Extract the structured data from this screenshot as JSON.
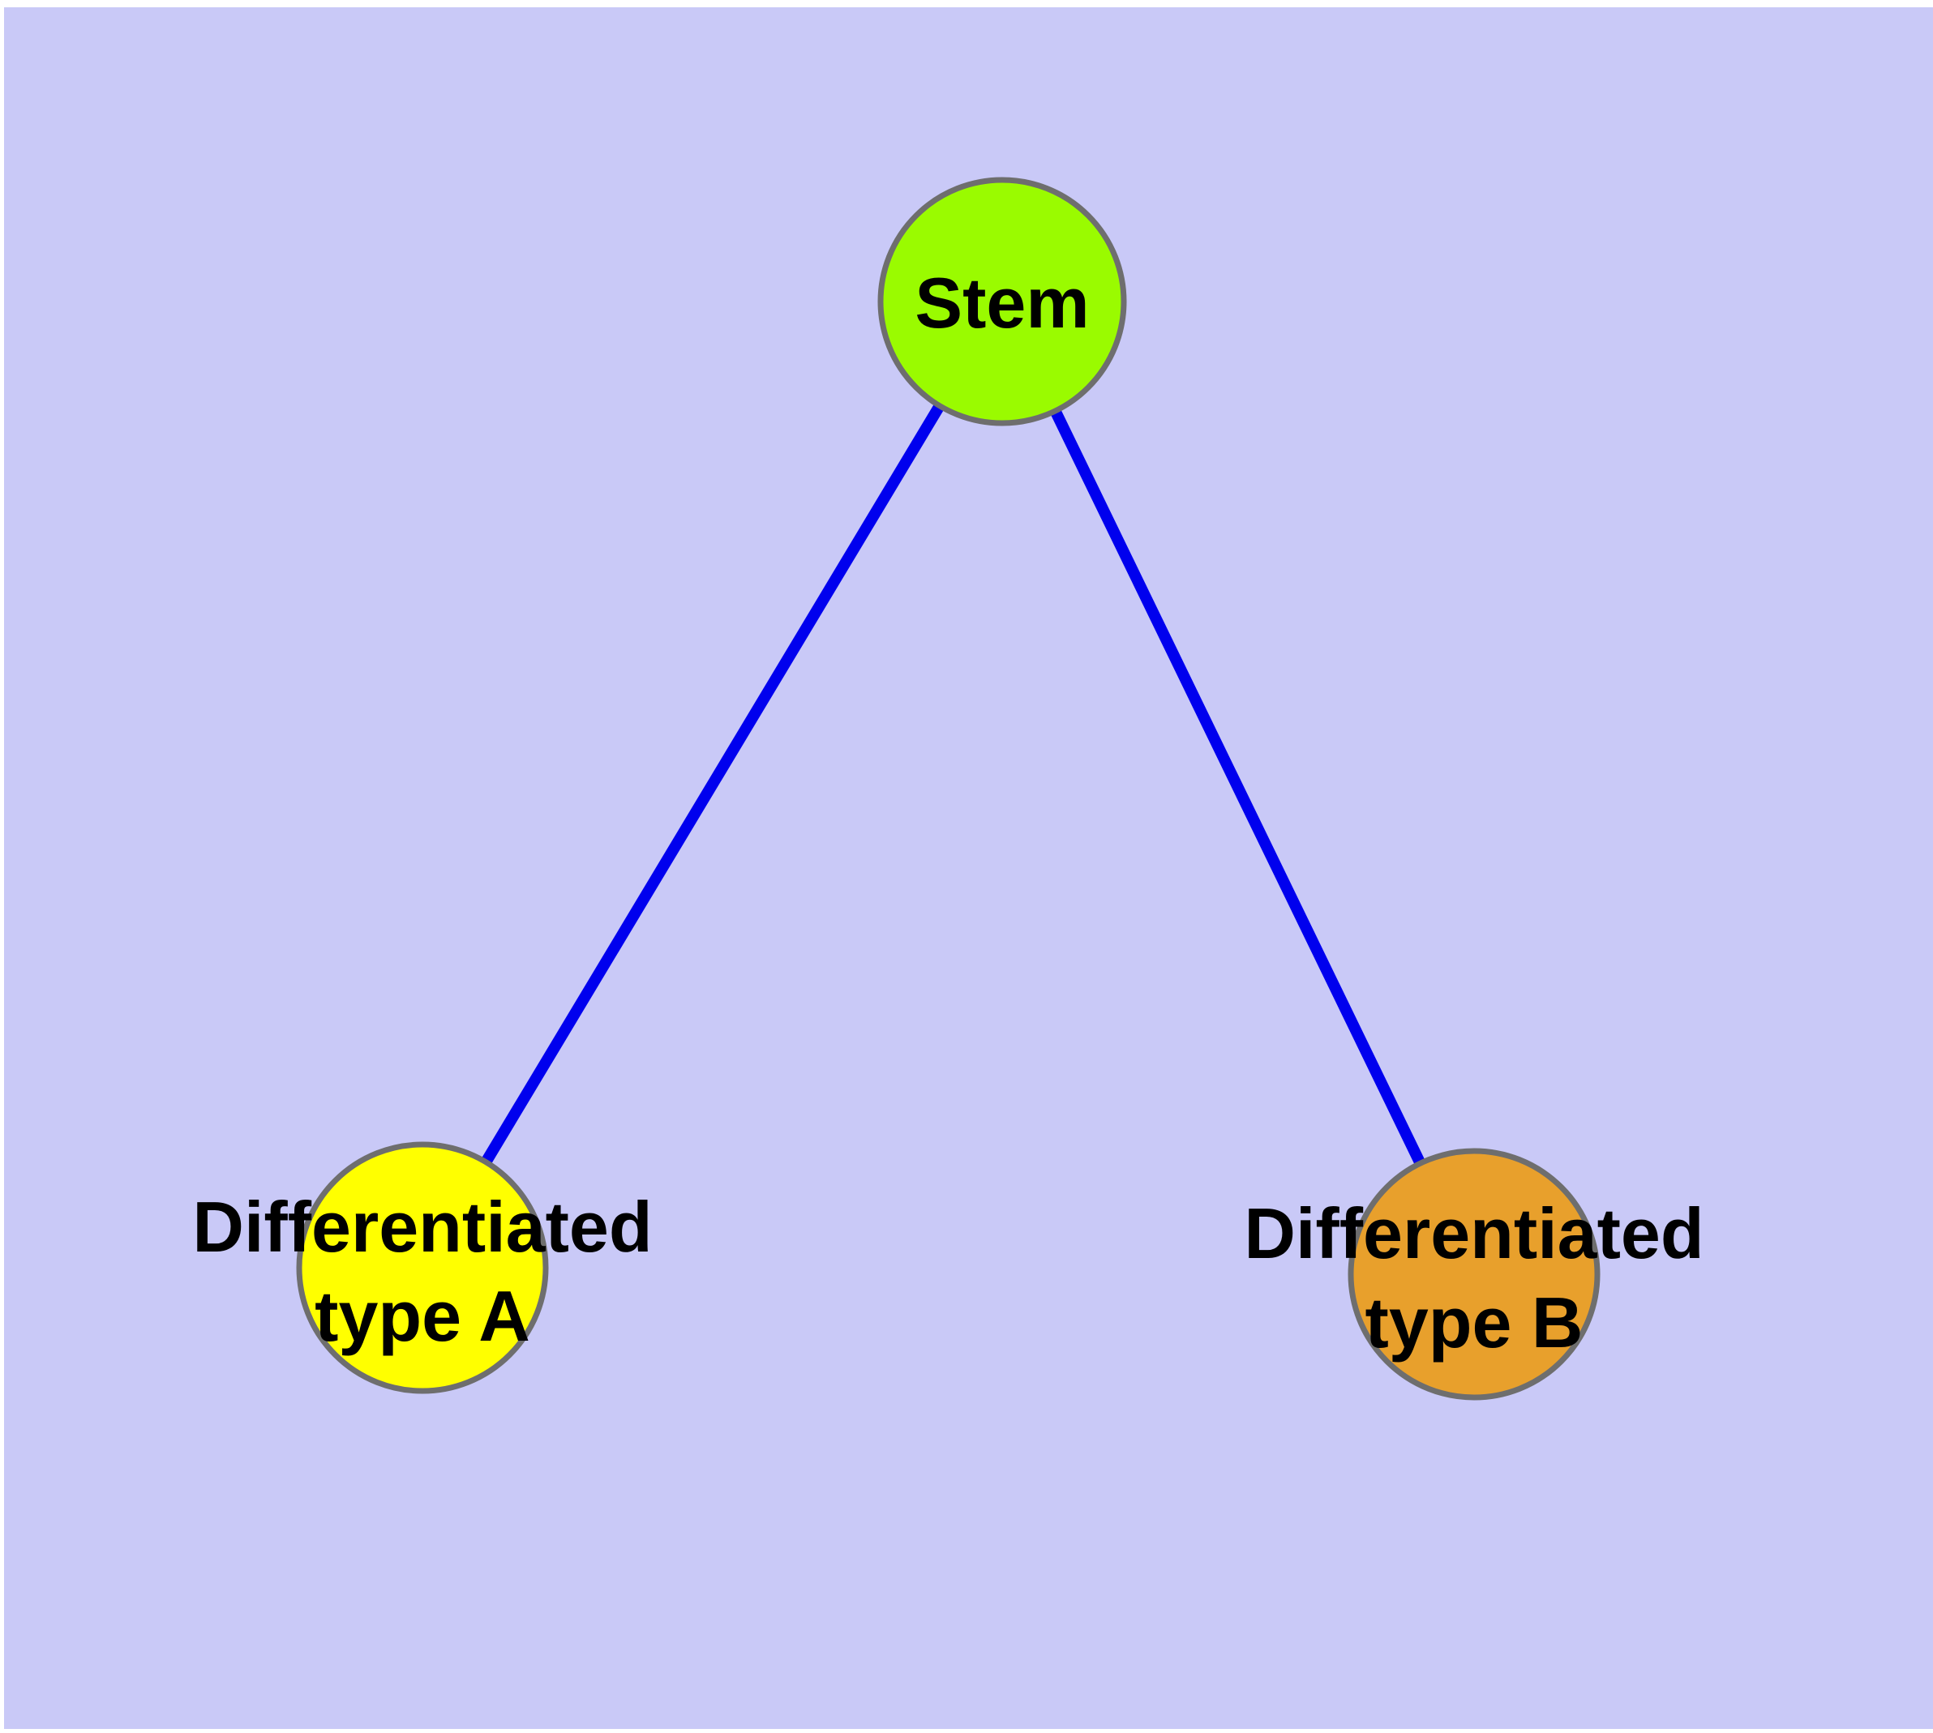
{
  "diagram": {
    "type": "network-graph",
    "colors": {
      "page_bg": "#ffffff",
      "plot_bg": "#c9c9f7",
      "edge": "#0000ee",
      "node_border": "#6e6e6e",
      "label_text": "#000000"
    },
    "nodes": [
      {
        "id": "stem",
        "label": "Stem",
        "label_line1": "Stem",
        "label_line2": "",
        "color": "#9afb00"
      },
      {
        "id": "type-a",
        "label": "Differentiated type A",
        "label_line1": "Differentiated",
        "label_line2": "type A",
        "color": "#ffff00"
      },
      {
        "id": "type-b",
        "label": "Differentiated type B",
        "label_line1": "Differentiated",
        "label_line2": "type B",
        "color": "#e8a02c"
      }
    ],
    "edges": [
      {
        "from": "Stem",
        "to": "Differentiated type A"
      },
      {
        "from": "Stem",
        "to": "Differentiated type B"
      }
    ]
  }
}
